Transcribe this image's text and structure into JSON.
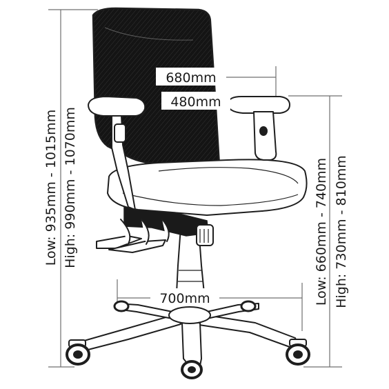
{
  "dimensions": {
    "overall_height": {
      "low": "Low: 935mm - 1015mm",
      "high": "High: 990mm - 1070mm"
    },
    "armrest_height": {
      "low": "Low: 660mm - 740mm",
      "high": "High: 730mm - 810mm"
    },
    "overall_width": "680mm",
    "seat_width": "480mm",
    "base_width": "700mm"
  },
  "colors": {
    "mesh": "#161616",
    "outline": "#1e1e1e",
    "dimension_line": "#6f6f6f",
    "background": "#ffffff"
  }
}
